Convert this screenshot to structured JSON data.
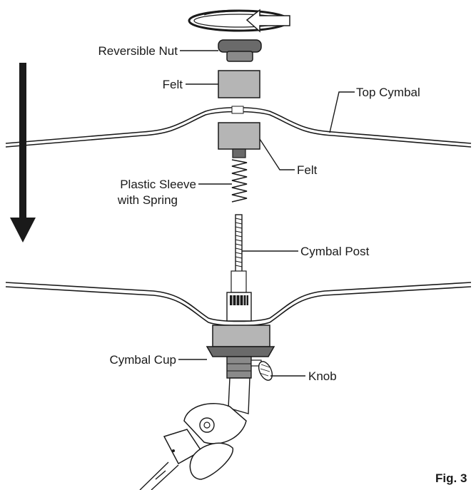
{
  "labels": {
    "reversible_nut": "Reversible Nut",
    "felt_top": "Felt",
    "top_cymbal": "Top Cymbal",
    "felt_bottom": "Felt",
    "sleeve_line1": "Plastic Sleeve",
    "sleeve_line2": "with Spring",
    "cymbal_post": "Cymbal Post",
    "cymbal_cup": "Cymbal Cup",
    "knob": "Knob"
  },
  "figure_number": "Fig. 3",
  "colors": {
    "ink": "#1a1a1a",
    "part_gray": "#b5b5b5",
    "part_dark": "#6a6a6a",
    "part_mid": "#8a8a8a",
    "background": "#ffffff"
  },
  "icons": {
    "rotation": "counterclockwise-rotation-arrow-icon",
    "direction": "down-arrow-icon"
  }
}
